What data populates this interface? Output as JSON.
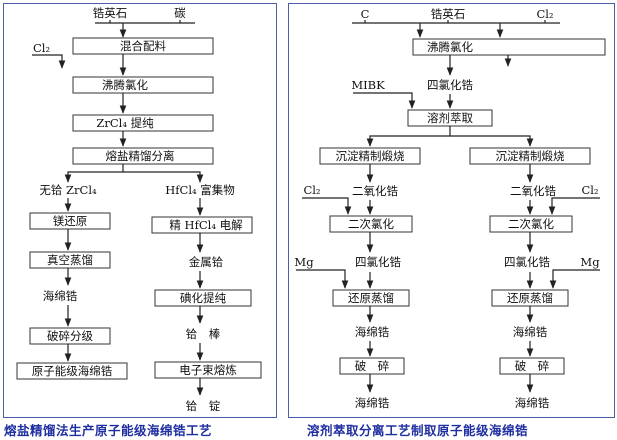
{
  "left": {
    "inputs": {
      "zircon": "锆英石",
      "carbon": "碳",
      "cl2": "Cl₂"
    },
    "steps": {
      "mix": "混合配料",
      "boil_chlor": "沸腾氯化",
      "purify": "ZrCl₄ 提纯",
      "molten_sep": "熔盐精馏分离",
      "hf_free": "无铪 ZrCl₄",
      "mg_reduce": "镁还原",
      "vac_distill": "真空蒸馏",
      "sponge_zr": "海绵锆",
      "crush": "破碎分级",
      "nuclear_sponge": "原子能级海绵锆",
      "hf_rich": "HfCl₄ 富集物",
      "electrolysis": "精 HfCl₄ 电解",
      "metal_hf": "金属铪",
      "iodide_purify": "碘化提纯",
      "hf_bar": "铪　棒",
      "ebeam": "电子束熔炼",
      "hf_ingot": "铪　锭"
    },
    "caption": "熔盐精馏法生产原子能级海绵锆工艺"
  },
  "right": {
    "inputs": {
      "carbon": "C",
      "zircon": "锆英石",
      "cl2": "Cl₂",
      "mibk": "MIBK"
    },
    "steps": {
      "boil_chlor": "沸腾氯化",
      "zrcl4": "四氯化锆",
      "solvent_extract": "溶剂萃取",
      "precip_left": "沉淀精制煅烧",
      "precip_right": "沉淀精制煅烧",
      "zro2_left": "二氧化锆",
      "zro2_right": "二氧化锆",
      "cl2_left": "Cl₂",
      "cl2_right": "Cl₂",
      "second_chlor_left": "二次氯化",
      "second_chlor_right": "二次氯化",
      "mg_left": "Mg",
      "mg_right": "Mg",
      "zrcl4_left": "四氯化锆",
      "zrcl4_right": "四氯化锆",
      "reduce_distill_left": "还原蒸馏",
      "reduce_distill_right": "还原蒸馏",
      "sponge_left": "海绵锆",
      "sponge_right": "海绵锆",
      "crush_left": "破　碎",
      "crush_right": "破　碎",
      "final_left": "海绵锆",
      "final_right": "海绵锆"
    },
    "caption": "溶剂萃取分离工艺制取原子能级海绵锆"
  }
}
